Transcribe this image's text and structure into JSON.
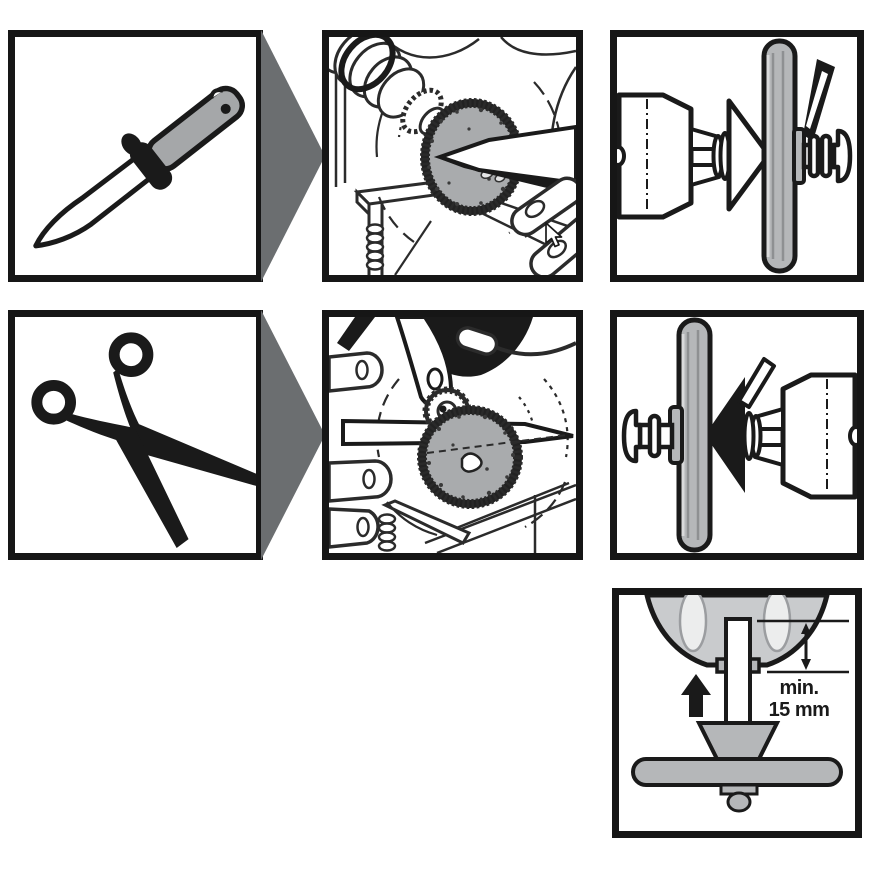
{
  "title": "Sharpening instruction diagram",
  "annotation": {
    "min_label": "min.",
    "min_value": "15 mm"
  },
  "colors": {
    "line_black": "#1a1a1a",
    "arrow_gray": "#6b6e70",
    "steel_gray": "#b5b7b9",
    "disc_gray": "#a9abad",
    "tool_body_gray": "#c9cbcd"
  },
  "panels": [
    {
      "id": "knife-icon"
    },
    {
      "id": "knife-sharpening-scene"
    },
    {
      "id": "wheel-assembly-motor-left"
    },
    {
      "id": "scissors-icon"
    },
    {
      "id": "scissors-sharpening-scene"
    },
    {
      "id": "wheel-assembly-motor-right"
    },
    {
      "id": "min-clearance-detail"
    }
  ],
  "cursor": {
    "visible": true
  }
}
